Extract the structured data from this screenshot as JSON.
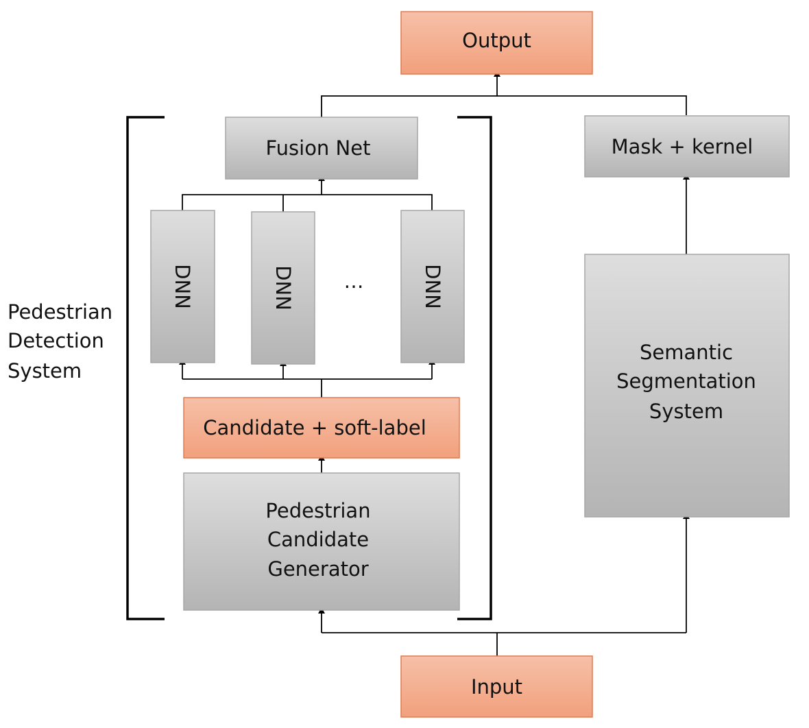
{
  "nodes": {
    "output": "Output",
    "input": "Input",
    "fusion_net": "Fusion Net",
    "mask_kernel": "Mask + kernel",
    "dnn_1": "DNN",
    "dnn_2": "DNN",
    "dnn_3": "DNN",
    "ellipsis": "…",
    "candidate_softlabel": "Candidate + soft-label",
    "generator": [
      "Pedestrian",
      "Candidate",
      "Generator"
    ],
    "segmentation": [
      "Semantic",
      "Segmentation",
      "System"
    ]
  },
  "group_label": [
    "Pedestrian",
    "Detection",
    "System"
  ],
  "colors": {
    "orange_top": "#f6c0a8",
    "orange_bottom": "#f2a07c",
    "gray_top": "#dedede",
    "gray_bottom": "#b4b4b4"
  }
}
